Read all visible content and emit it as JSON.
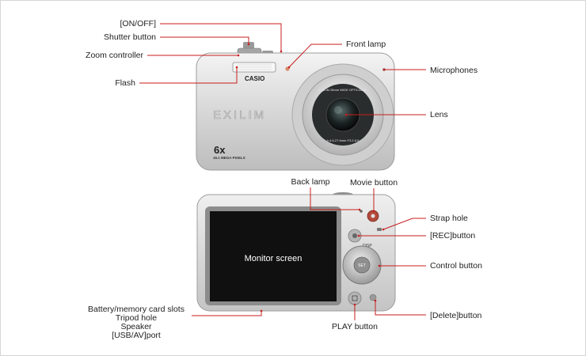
{
  "front_view": {
    "brand": "CASIO",
    "series_logo": "EXILIM",
    "zoom_badge": "6x",
    "pixels_badge": "16.1 MEGA PIXELS",
    "lens_ring_text": "EXILIM 26mm WIDE OPTICAL 6x",
    "lens_spec_text": "f=4.6-27.6mm F3.2-6.5"
  },
  "back_view": {
    "disp_label": "DISP",
    "set_label": "SET"
  },
  "labels": {
    "on_off": "[ON/OFF]",
    "shutter_button": "Shutter button",
    "zoom_controller": "Zoom controller",
    "flash": "Flash",
    "front_lamp": "Front lamp",
    "microphones": "Microphones",
    "lens": "Lens",
    "back_lamp": "Back lamp",
    "movie_button": "Movie button",
    "strap_hole": "Strap hole",
    "rec_button": "[REC]button",
    "control_button": "Control button",
    "monitor_screen": "Monitor screen",
    "battery_slots": "Battery/memory card slots",
    "tripod_hole": "Tripod hole",
    "speaker": "Speaker",
    "usb_av_port": "[USB/AV]port",
    "delete_button": "[Delete]button",
    "play_button": "PLAY button"
  },
  "colors": {
    "leader_line": "#c81e1e",
    "camera_body": "#d9d9d9",
    "monitor": "#101010"
  }
}
